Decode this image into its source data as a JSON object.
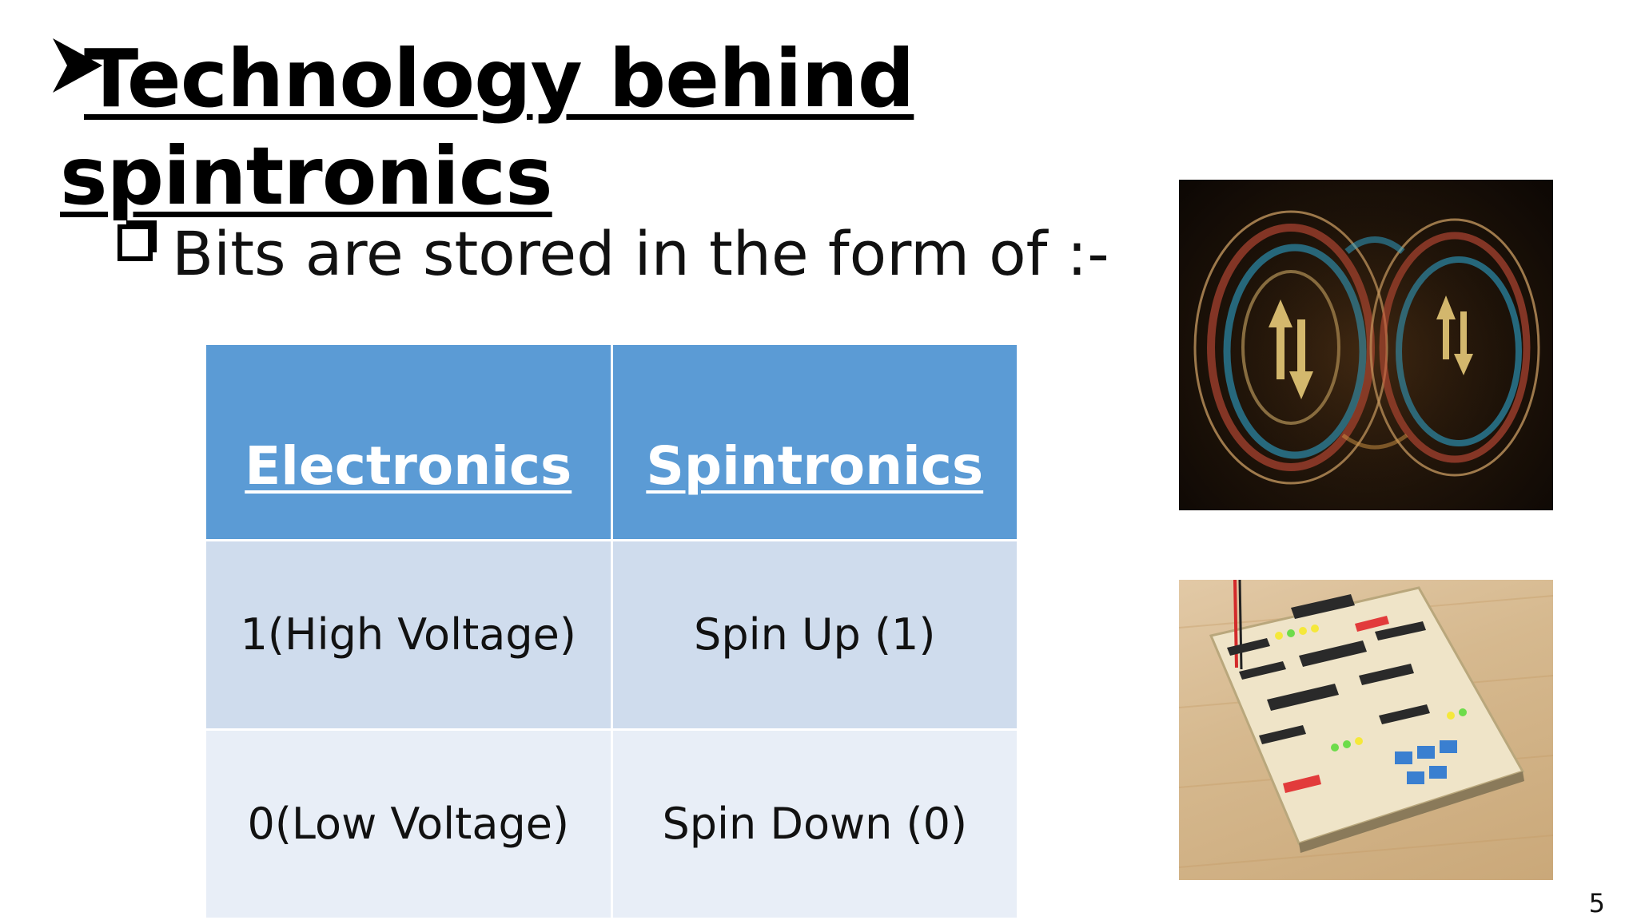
{
  "slide": {
    "title_line1": "Technology behind",
    "title_line2": "spintronics",
    "subtitle": "Bits are stored in the form of :-",
    "page_number": "5"
  },
  "table": {
    "headers": [
      "Electronics",
      "Spintronics"
    ],
    "rows": [
      [
        "1(High Voltage)",
        "Spin Up (1)"
      ],
      [
        "0(Low Voltage)",
        "Spin Down (0)"
      ]
    ]
  },
  "images": {
    "top": "electron-spin-image",
    "bottom": "circuit-board-image"
  },
  "colors": {
    "header_bg": "#5b9bd5",
    "row1_bg": "#cfdced",
    "row2_bg": "#e8eef7"
  }
}
